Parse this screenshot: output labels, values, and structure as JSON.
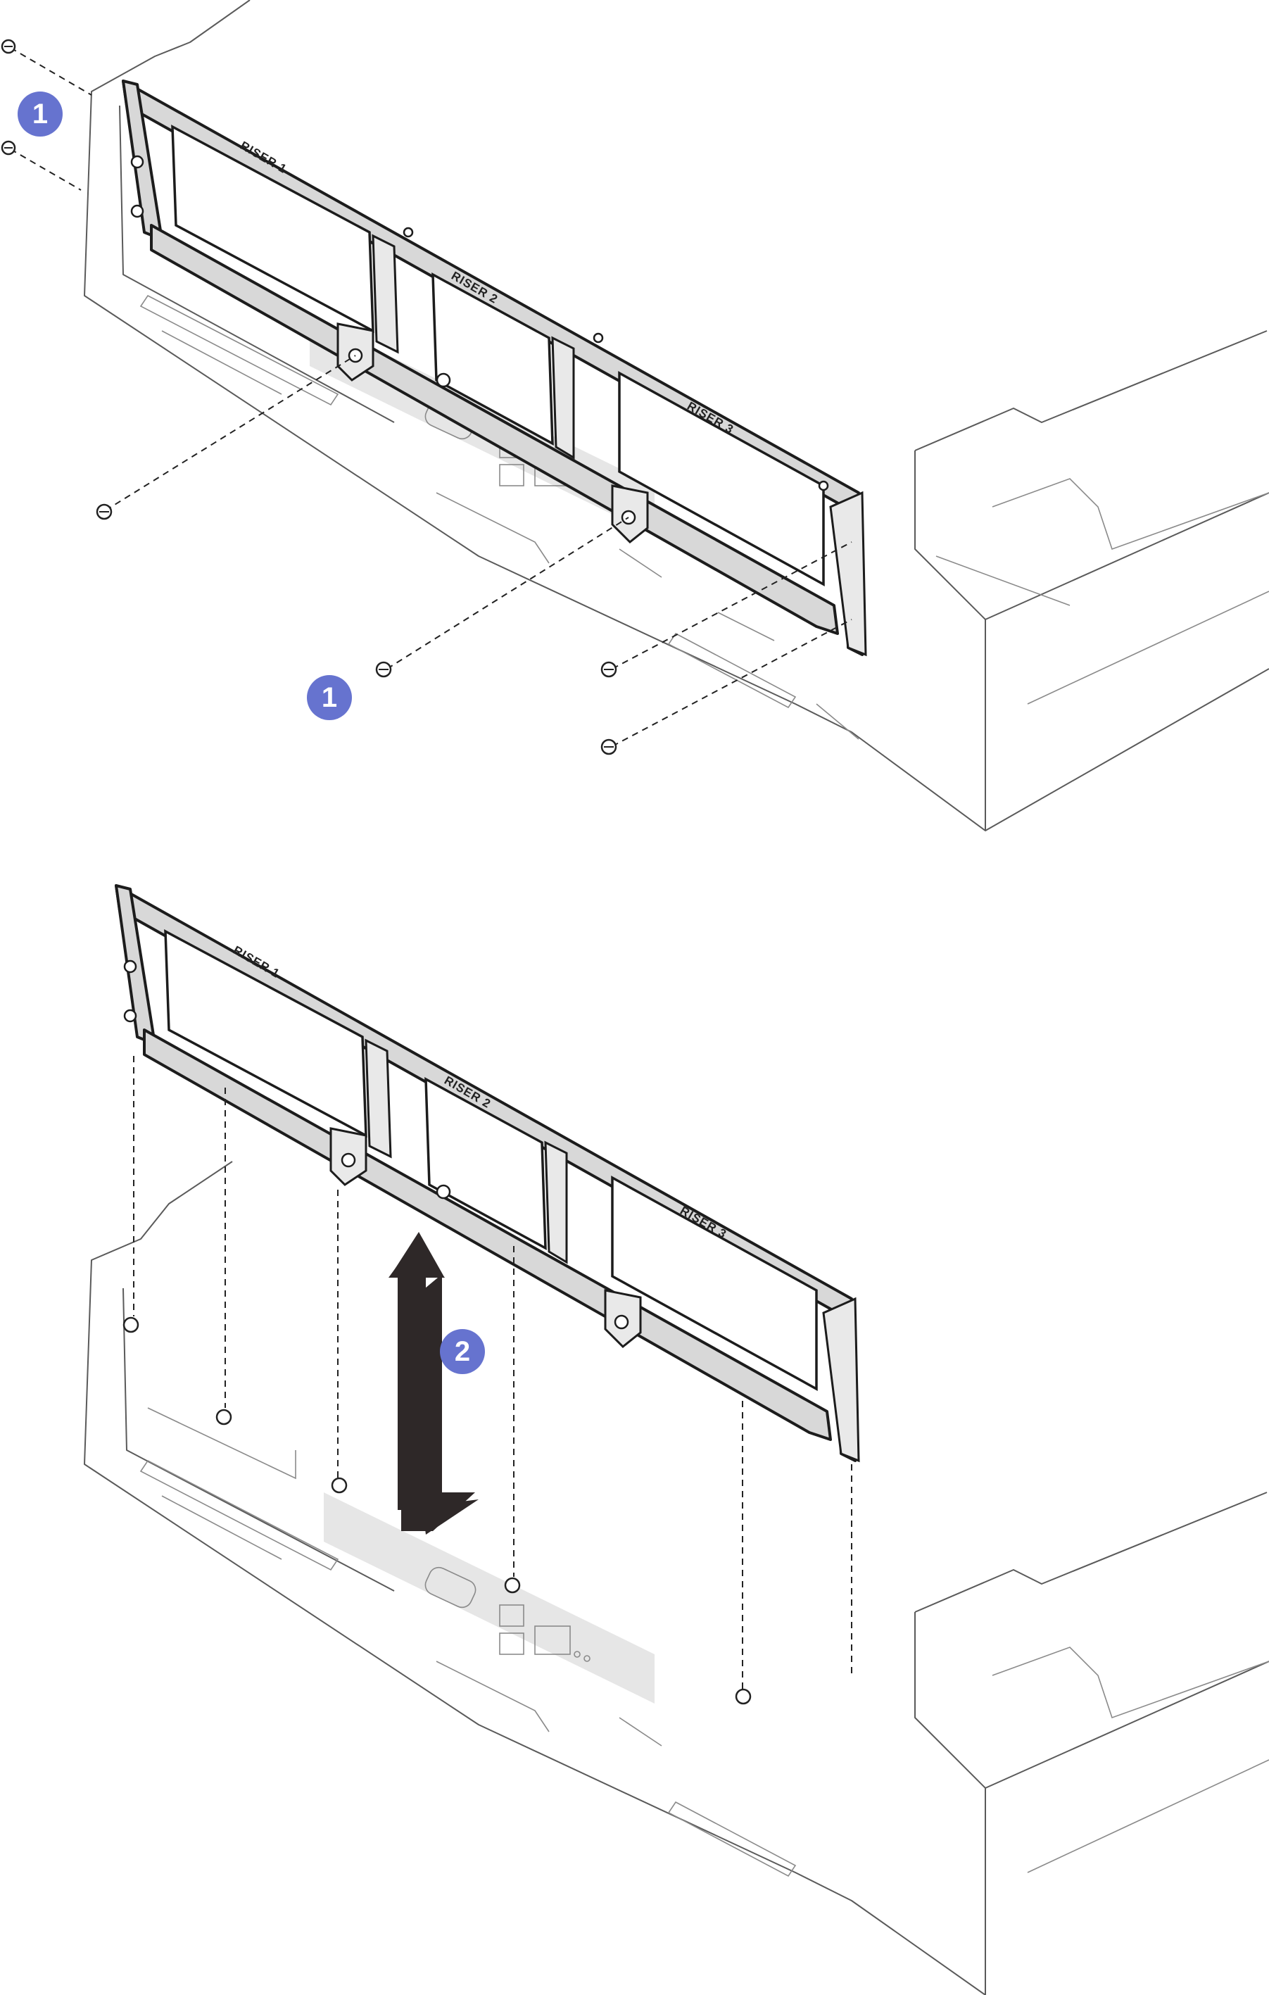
{
  "diagram": {
    "risers": [
      {
        "label": "RISER 1"
      },
      {
        "label": "RISER 2"
      },
      {
        "label": "RISER 3"
      }
    ],
    "callouts": [
      {
        "number": "1"
      },
      {
        "number": "1"
      },
      {
        "number": "2"
      }
    ]
  }
}
